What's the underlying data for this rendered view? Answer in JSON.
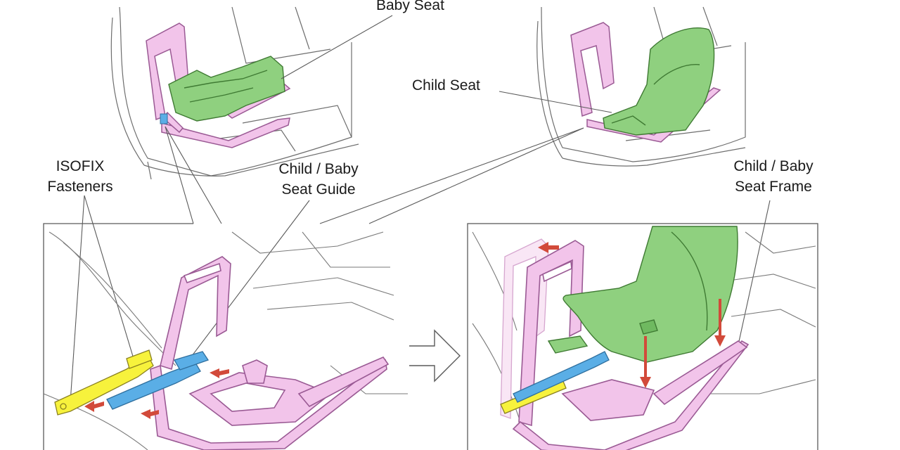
{
  "labels": {
    "baby_seat": "Baby Seat",
    "child_seat": "Child Seat",
    "isofix_line1": "ISOFIX",
    "isofix_line2": "Fasteners",
    "guide_line1": "Child / Baby",
    "guide_line2": "Seat Guide",
    "frame_line1": "Child / Baby",
    "frame_line2": "Seat Frame"
  },
  "colors": {
    "frame_pink": "#f2c4ea",
    "seat_green": "#8fd07f",
    "fastener_yellow": "#f7f23c",
    "guide_blue": "#5aaee6",
    "arrow_red": "#d24a3a",
    "line_gray": "#5a5a5a"
  }
}
